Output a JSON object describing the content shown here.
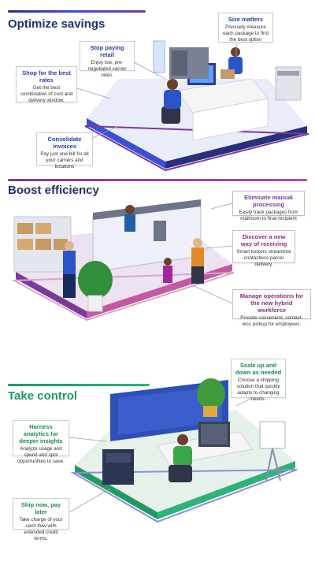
{
  "sections": [
    {
      "title": "Optimize savings",
      "callouts": [
        {
          "title": "Size matters",
          "desc": "Precisely measure each package to find the best option"
        },
        {
          "title": "Stop paying retail",
          "desc": "Enjoy low, pre-negotiated carrier rates."
        },
        {
          "title": "Shop for the best rates",
          "desc": "Get the best combination of cost and delivery window."
        },
        {
          "title": "Consolidate invoices",
          "desc": "Pay just one bill for all your carriers and locations"
        }
      ]
    },
    {
      "title": "Boost efficiency",
      "callouts": [
        {
          "title": "Eliminate manual processing",
          "desc": "Easily track packages from mailroom to final recipient"
        },
        {
          "title": "Discover a new way of receiving",
          "desc": "Smart lockers streamline contactless parcel delivery."
        },
        {
          "title": "Manage operations for the new hybrid workforce",
          "desc": "Provide convenient, contact-less pickup for employees."
        }
      ]
    },
    {
      "title": "Take control",
      "callouts": [
        {
          "title": "Scale up and down as needed",
          "desc": "Choose a shipping solution that quickly adapts to changing needs."
        },
        {
          "title": "Harness analytics for deeper insights",
          "desc": "Analyze usage and spend and spot opportunities to save."
        },
        {
          "title": "Ship now, pay later",
          "desc": "Take charge of your cash flow with extended credit terms."
        }
      ]
    }
  ],
  "colors": {
    "navy": "#23306d",
    "blue": "#3a55d6",
    "purple": "#7a3a9a",
    "green": "#1f9a62"
  }
}
